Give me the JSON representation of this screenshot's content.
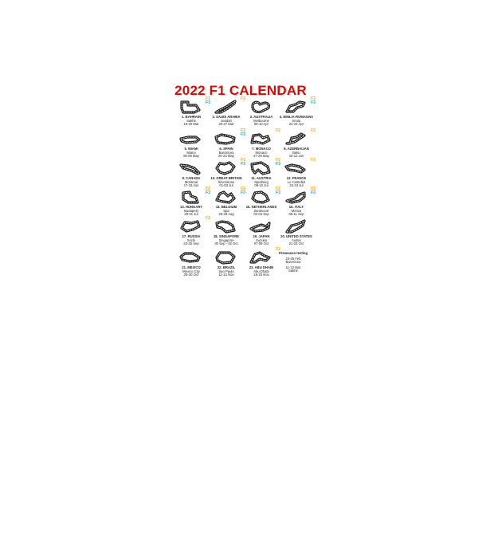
{
  "title": "2022 F1 CALENDAR",
  "badges": {
    "f2": "F2",
    "f3": "F3"
  },
  "colors": {
    "title": "#e10600",
    "f2": "#f5a623",
    "f3": "#1aa3d6",
    "track": "#1b1b1b"
  },
  "races": [
    {
      "name": "1. BAHRAIN",
      "venue": "Sakhir",
      "dates": "18-20 Mar",
      "f2": true,
      "f3": true
    },
    {
      "name": "2. SAUDI ARABIA",
      "venue": "Jeddah",
      "dates": "25-27 Mar",
      "f2": true,
      "f3": false
    },
    {
      "name": "3. AUSTRALIA",
      "venue": "Melbourne",
      "dates": "08-10 Apr",
      "f2": false,
      "f3": false
    },
    {
      "name": "4. EMILIA-ROMAGNA",
      "venue": "Imola",
      "dates": "22-24 Apr",
      "f2": true,
      "f3": true
    },
    {
      "name": "5. MIAMI",
      "venue": "Miami",
      "dates": "06-08 May",
      "f2": false,
      "f3": false
    },
    {
      "name": "6. SPAIN",
      "venue": "Barcelona",
      "dates": "20-22 May",
      "f2": true,
      "f3": true
    },
    {
      "name": "7. MONACO",
      "venue": "Monaco",
      "dates": "27-29 May",
      "f2": true,
      "f3": false
    },
    {
      "name": "8. AZERBAIJAN",
      "venue": "Baku",
      "dates": "10-12 Jun",
      "f2": true,
      "f3": false
    },
    {
      "name": "9. CANADA",
      "venue": "Montreal",
      "dates": "17-19 Jun",
      "f2": false,
      "f3": false
    },
    {
      "name": "10. GREAT BRITAIN",
      "venue": "Silverstone",
      "dates": "01-03 Jul",
      "f2": true,
      "f3": true
    },
    {
      "name": "11. AUSTRIA",
      "venue": "Spielberg",
      "dates": "08-10 Jul",
      "f2": true,
      "f3": true
    },
    {
      "name": "12. FRANCE",
      "venue": "Le Castellet",
      "dates": "22-24 Jul",
      "f2": true,
      "f3": false
    },
    {
      "name": "13. HUNGARY",
      "venue": "Budapest",
      "dates": "29-31 Jul",
      "f2": true,
      "f3": true
    },
    {
      "name": "14. BELGIUM",
      "venue": "Spa",
      "dates": "26-28 Aug",
      "f2": true,
      "f3": true
    },
    {
      "name": "15. NETHERLANDS",
      "venue": "Zandvoort",
      "dates": "02-04 Sep",
      "f2": true,
      "f3": true
    },
    {
      "name": "16. ITALY",
      "venue": "Monza",
      "dates": "09-11 Sep",
      "f2": true,
      "f3": true
    },
    {
      "name": "17. RUSSIA",
      "venue": "Sochi",
      "dates": "23-25 Sep",
      "f2": true,
      "f3": false
    },
    {
      "name": "18. SINGAPORE",
      "venue": "Singapore",
      "dates": "30 Sep - 02 Oct",
      "f2": false,
      "f3": false
    },
    {
      "name": "19. JAPAN",
      "venue": "Suzuka",
      "dates": "07-09 Oct",
      "f2": false,
      "f3": false
    },
    {
      "name": "20. UNITED STATES",
      "venue": "Austin",
      "dates": "21-23 Oct",
      "f2": false,
      "f3": false
    },
    {
      "name": "21. MEXICO",
      "venue": "Mexico City",
      "dates": "28-30 Oct",
      "f2": false,
      "f3": false
    },
    {
      "name": "22. BRAZIL",
      "venue": "Sao Paulo",
      "dates": "11-13 Nov",
      "f2": false,
      "f3": false
    },
    {
      "name": "23. ABU DHABI",
      "venue": "Abu Dhabi",
      "dates": "18-20 Nov",
      "f2": true,
      "f3": false
    }
  ],
  "testing": {
    "title": "Preseason testing",
    "session1_dates": "23-25 Feb",
    "session1_venue": "Barcelona",
    "session2_dates": "11-13 Mar",
    "session2_venue": "Sakhir"
  }
}
